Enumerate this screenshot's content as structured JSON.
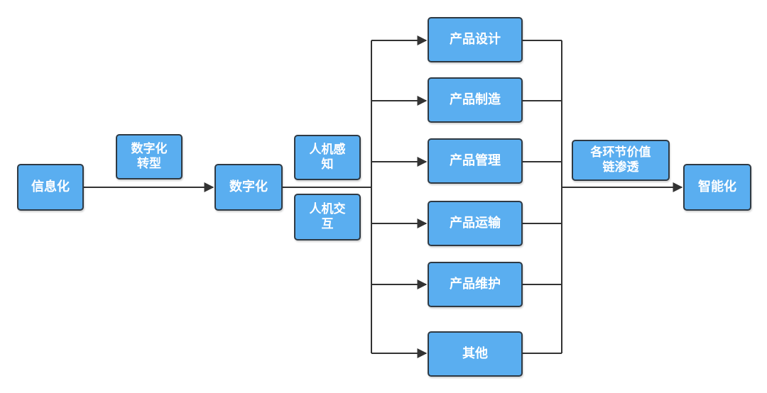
{
  "nodes": {
    "informatization": "信息化",
    "digital_transformation": "数字化\n转型",
    "digitalization": "数字化",
    "hci_perception": "人机感\n知",
    "hci_interaction": "人机交\n互",
    "product_design": "产品设计",
    "product_manufacturing": "产品制造",
    "product_management": "产品管理",
    "product_transport": "产品运输",
    "product_maintenance": "产品维护",
    "others": "其他",
    "value_chain_penetration": "各环节价值\n链渗透",
    "intelligentization": "智能化"
  },
  "colors": {
    "node_fill": "#5aaef0",
    "node_border": "#2f3a44",
    "line": "#333333",
    "text": "#ffffff"
  }
}
